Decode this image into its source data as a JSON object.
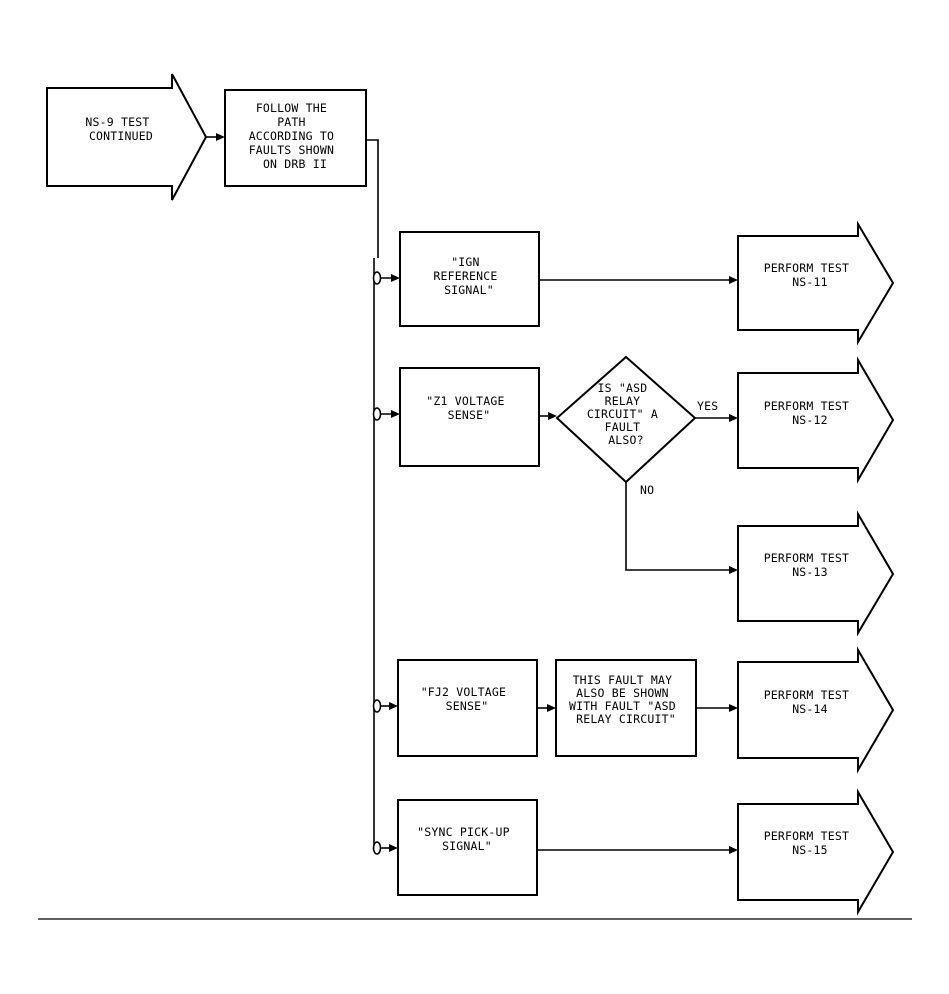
{
  "diagram": {
    "start": {
      "lines": [
        "NS-9 TEST",
        "CONTINUED"
      ]
    },
    "instruction": {
      "lines": [
        "FOLLOW THE",
        "PATH",
        "ACCORDING TO",
        "FAULTS SHOWN",
        "ON DRB II"
      ]
    },
    "faults": {
      "ign": {
        "lines": [
          "\"IGN",
          "REFERENCE",
          "SIGNAL\""
        ]
      },
      "z1": {
        "lines": [
          "\"Z1 VOLTAGE",
          "SENSE\""
        ]
      },
      "fj2": {
        "lines": [
          "\"FJ2 VOLTAGE",
          "SENSE\""
        ]
      },
      "sync": {
        "lines": [
          "\"SYNC PICK-UP",
          "SIGNAL\""
        ]
      }
    },
    "decision": {
      "lines": [
        "IS \"ASD",
        "RELAY",
        "CIRCUIT\" A",
        "FAULT",
        "ALSO?"
      ]
    },
    "note": {
      "lines": [
        "THIS FAULT MAY",
        "ALSO BE SHOWN",
        "WITH FAULT \"ASD",
        "RELAY CIRCUIT\""
      ]
    },
    "results": {
      "ns11": {
        "lines": [
          "PERFORM TEST",
          "NS-11"
        ]
      },
      "ns12": {
        "lines": [
          "PERFORM TEST",
          "NS-12"
        ]
      },
      "ns13": {
        "lines": [
          "PERFORM TEST",
          "NS-13"
        ]
      },
      "ns14": {
        "lines": [
          "PERFORM TEST",
          "NS-14"
        ]
      },
      "ns15": {
        "lines": [
          "PERFORM TEST",
          "NS-15"
        ]
      }
    },
    "edge_labels": {
      "yes": "YES",
      "no": "NO"
    }
  }
}
